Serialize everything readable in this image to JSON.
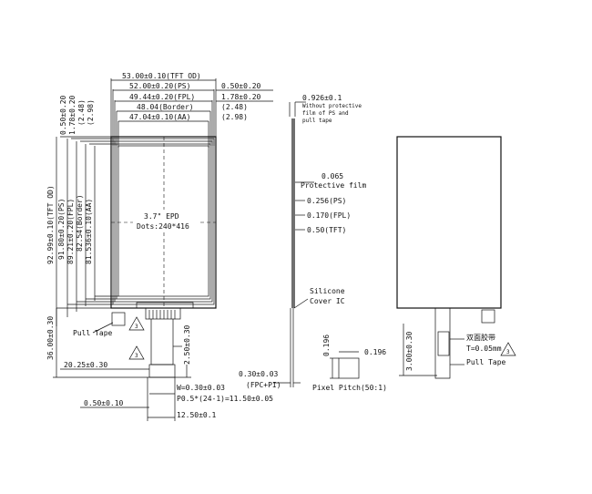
{
  "front_view": {
    "width_dims": [
      "53.00±0.10(TFT OD)",
      "52.00±0.20(PS)",
      "49.44±0.20(FPL)",
      "48.04(Border)",
      "47.04±0.10(AA)"
    ],
    "right_dims": [
      "0.50±0.20",
      "1.78±0.20",
      "(2.48)",
      "(2.98)"
    ],
    "top_small_dims": [
      "0.50±0.20",
      "1.78±0.20",
      "(2.48)",
      "(2.98)"
    ],
    "height_dims": [
      "92.99±0.10(TFT OD)",
      "91.80±0.20(PS)",
      "89.21±0.20(FPL)",
      "82.54(Border)",
      "81.536±0.10(AA)"
    ],
    "display_line1": "3.7\" EPD",
    "display_line2": "Dots:240*416",
    "pull_tape": "Pull Tape",
    "warn_mark": "3",
    "fpc_height": "36.00±0.30",
    "tail_height": "2.50±0.30",
    "tail_offset": "20.25±0.30",
    "pin_width": "W=0.30±0.03",
    "pitch": "P0.5*(24-1)=11.50±0.05",
    "left_margin": "0.50±0.10",
    "fpc_width": "12.50±0.1"
  },
  "side_view": {
    "thickness": "0.926±0.1",
    "thickness_note": [
      "Without protective",
      "film of PS and",
      "pull tape"
    ],
    "protective": "0.065",
    "protective_label": "Protective film",
    "ps": "0.256(PS)",
    "fpl": "0.170(FPL)",
    "tft": "0.50(TFT)",
    "silicone": [
      "Silicone",
      "Cover IC"
    ],
    "fpc_thickness": "0.30±0.03",
    "fpc_label": "(FPC+PI)"
  },
  "pixel_detail": {
    "width": "0.196",
    "height": "0.196",
    "label": "Pixel Pitch(50:1)"
  },
  "back_view": {
    "tape_cn": "双面胶带",
    "tape_thickness": "T=0.05mm",
    "pull_tape": "Pull Tape",
    "fpc_dim": "3.00±0.30",
    "warn_mark": "3"
  }
}
